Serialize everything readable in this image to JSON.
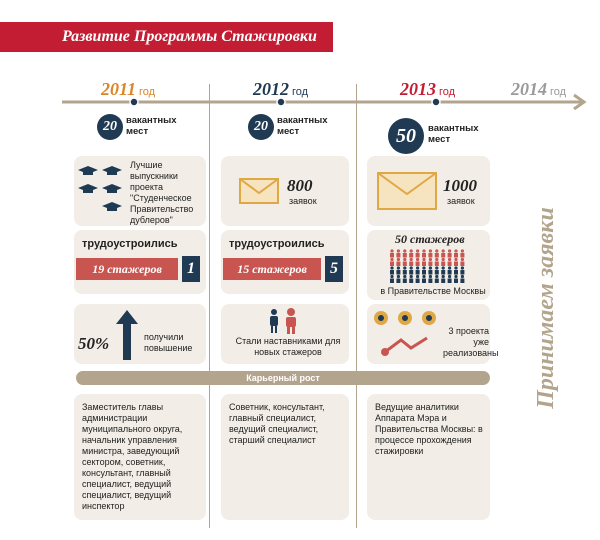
{
  "title": "Развитие Программы Стажировки",
  "years": [
    {
      "year": "2011",
      "suffix": "год",
      "color": "#d9862a"
    },
    {
      "year": "2012",
      "suffix": "год",
      "color": "#1f3a52"
    },
    {
      "year": "2013",
      "suffix": "год",
      "color": "#c31d33"
    },
    {
      "year": "2014",
      "suffix": "год",
      "color": "#9a9a9a"
    }
  ],
  "vacancies": [
    {
      "number": "20",
      "label": "вакантных мест"
    },
    {
      "number": "20",
      "label": "вакантных мест"
    },
    {
      "number": "50",
      "label": "вакантных мест"
    }
  ],
  "col2011": {
    "graduates": "Лучшие выпускники проекта \"Студенческое Правительство дублеров\"",
    "employed_label": "трудоустроились",
    "interns": "19 стажеров",
    "employed_count": "1",
    "percent": "50%",
    "promotion": "получили повышение"
  },
  "col2012": {
    "applications": "800",
    "applications_label": "заявок",
    "employed_label": "трудоустроились",
    "interns": "15 стажеров",
    "employed_count": "5",
    "mentors": "Стали наставниками для новых стажеров"
  },
  "col2013": {
    "applications": "1000",
    "applications_label": "заявок",
    "interns_count": "50 стажеров",
    "interns_place": "в Правительстве Москвы",
    "projects": "3 проекта уже реализованы"
  },
  "career_label": "Карьерный рост",
  "career": [
    "Заместитель главы администрации муниципального округа, начальник управления министра, заведующий сектором, советник, консультант, главный специалист, ведущий специалист, ведущий инспектор",
    "Советник, консультант, главный специалист, ведущий специалист, старший специалист",
    "Ведущие аналитики Аппарата Мэра и Правительства Москвы: в процессе прохождения стажировки"
  ],
  "side_text": "Принимаем заявки",
  "colors": {
    "red": "#c31d33",
    "navy": "#1f3a52",
    "tan": "#b3a58d",
    "box": "#f2eee7",
    "salmon": "#c95550",
    "orange": "#d9862a"
  }
}
